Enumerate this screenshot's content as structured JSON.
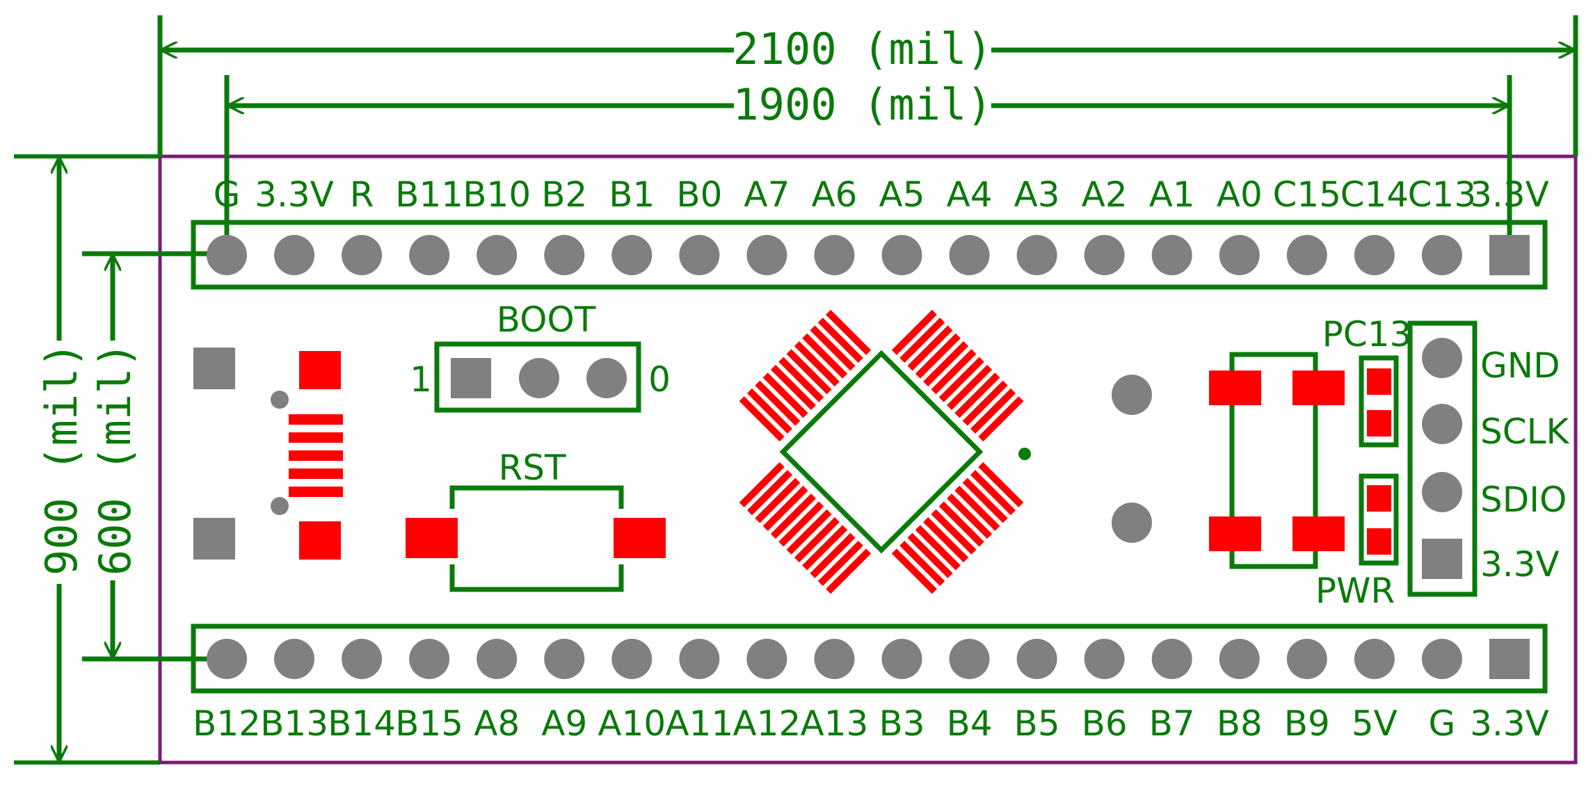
{
  "dimensions": {
    "width_total": "2100 (mil)",
    "width_pins": "1900 (mil)",
    "height_total": "900 (mil)",
    "height_pins": "600 (mil)"
  },
  "top_header": {
    "pins": [
      "G",
      "3.3V",
      "R",
      "B11",
      "B10",
      "B2",
      "B1",
      "B0",
      "A7",
      "A6",
      "A5",
      "A4",
      "A3",
      "A2",
      "A1",
      "A0",
      "C15",
      "C14",
      "C13",
      "3.3V"
    ]
  },
  "bottom_header": {
    "pins": [
      "B12",
      "B13",
      "B14",
      "B15",
      "A8",
      "A9",
      "A10",
      "A11",
      "A12",
      "A13",
      "B3",
      "B4",
      "B5",
      "B6",
      "B7",
      "B8",
      "B9",
      "5V",
      "G",
      "3.3V"
    ]
  },
  "boot_jumper": {
    "title": "BOOT",
    "left": "1",
    "right": "0"
  },
  "reset_button": {
    "title": "RST"
  },
  "leds": {
    "pc13": "PC13",
    "pwr": "PWR"
  },
  "swd_header": {
    "pins": [
      "GND",
      "SCLK",
      "SDIO",
      "3.3V"
    ]
  },
  "colors": {
    "silkscreen": "#0a7a0a",
    "board_outline": "#7a1a7a",
    "pad": "#ff0000",
    "pin": "#808080"
  }
}
